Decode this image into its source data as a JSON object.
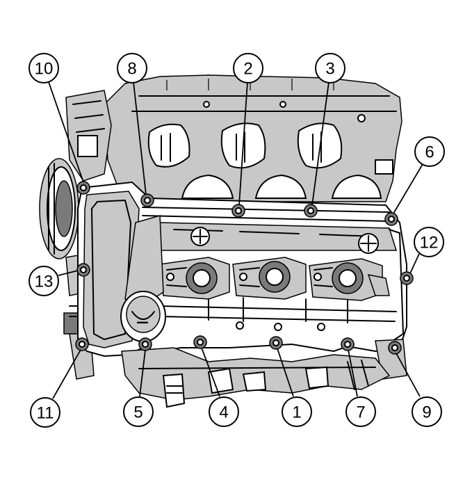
{
  "callouts": [
    {
      "id": "10",
      "label": "10"
    },
    {
      "id": "8",
      "label": "8"
    },
    {
      "id": "2",
      "label": "2"
    },
    {
      "id": "3",
      "label": "3"
    },
    {
      "id": "6",
      "label": "6"
    },
    {
      "id": "12",
      "label": "12"
    },
    {
      "id": "13",
      "label": "13"
    },
    {
      "id": "11",
      "label": "11"
    },
    {
      "id": "5",
      "label": "5"
    },
    {
      "id": "4",
      "label": "4"
    },
    {
      "id": "1",
      "label": "1"
    },
    {
      "id": "7",
      "label": "7"
    },
    {
      "id": "9",
      "label": "9"
    }
  ]
}
